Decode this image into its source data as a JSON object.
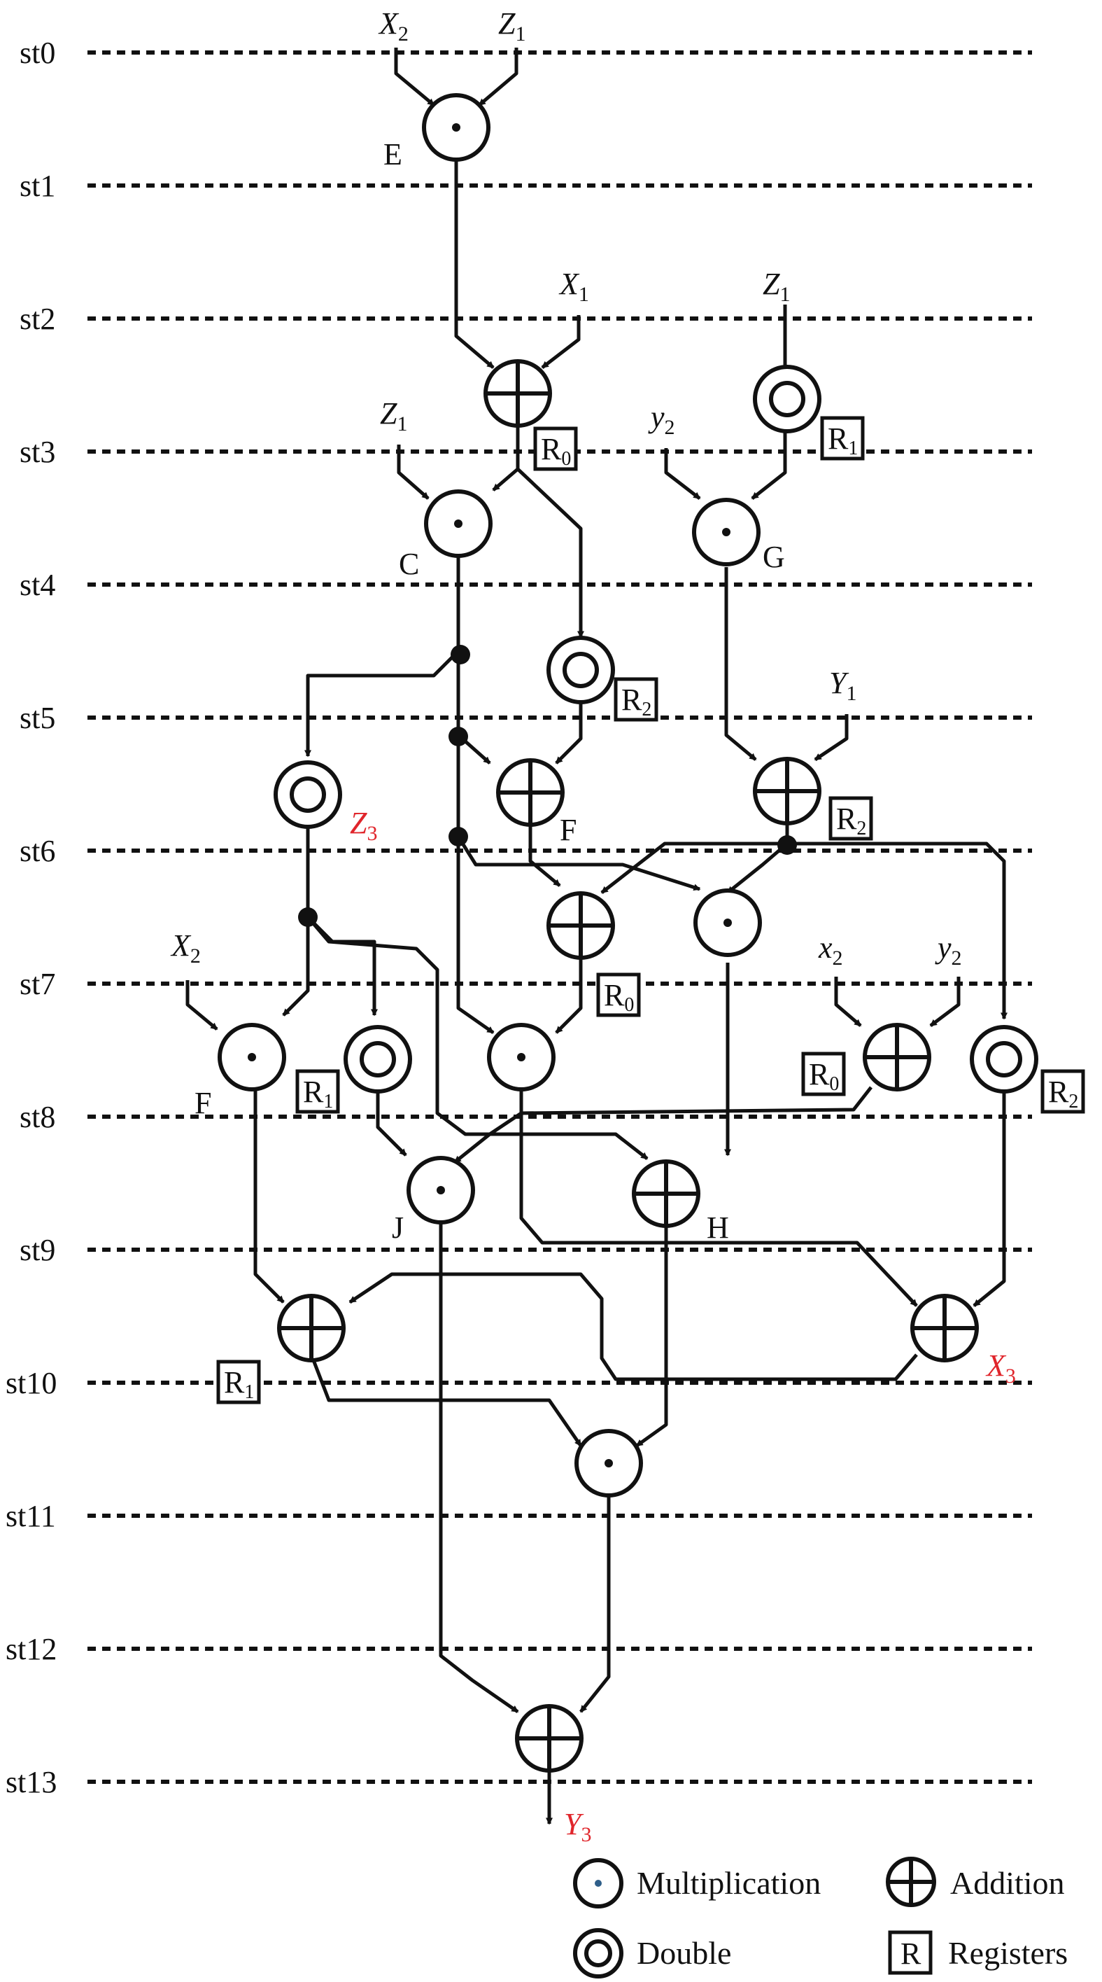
{
  "colors": {
    "ink": "#111111",
    "red": "#e0252b",
    "dot_legend": "#2f5f8a"
  },
  "steps": [
    "st0",
    "st1",
    "st2",
    "st3",
    "st4",
    "st5",
    "st6",
    "st7",
    "st8",
    "st9",
    "st10",
    "st11",
    "st12",
    "st13"
  ],
  "nodes": [
    {
      "id": "E",
      "type": "mul",
      "label": "E"
    },
    {
      "id": "add1",
      "type": "add",
      "register": "R",
      "reg_sub": "0"
    },
    {
      "id": "dbl1",
      "type": "dbl",
      "register": "R",
      "reg_sub": "1"
    },
    {
      "id": "C",
      "type": "mul",
      "label": "C"
    },
    {
      "id": "G",
      "type": "mul",
      "label": "G"
    },
    {
      "id": "dbl2",
      "type": "dbl",
      "register": "R",
      "reg_sub": "2"
    },
    {
      "id": "dblZ3",
      "type": "dbl",
      "label": "Z",
      "label_sub": "3",
      "label_color": "red"
    },
    {
      "id": "F1",
      "type": "add",
      "label": "F"
    },
    {
      "id": "add2",
      "type": "add",
      "register": "R",
      "reg_sub": "2"
    },
    {
      "id": "add3",
      "type": "add",
      "register": "R",
      "reg_sub": "0"
    },
    {
      "id": "mul2",
      "type": "mul"
    },
    {
      "id": "F2",
      "type": "mul",
      "label": "F"
    },
    {
      "id": "dbl3",
      "type": "dbl",
      "register": "R",
      "reg_sub": "1"
    },
    {
      "id": "mul3",
      "type": "mul"
    },
    {
      "id": "add4",
      "type": "add",
      "register": "R",
      "reg_sub": "0"
    },
    {
      "id": "dbl4",
      "type": "dbl",
      "register": "R",
      "reg_sub": "2"
    },
    {
      "id": "J",
      "type": "mul",
      "label": "J"
    },
    {
      "id": "H",
      "type": "add",
      "label": "H"
    },
    {
      "id": "add5",
      "type": "add",
      "register": "R",
      "reg_sub": "1"
    },
    {
      "id": "X3",
      "type": "add",
      "label": "X",
      "label_sub": "3",
      "label_color": "red"
    },
    {
      "id": "mul4",
      "type": "mul"
    },
    {
      "id": "add6",
      "type": "add"
    }
  ],
  "inputs": [
    {
      "var": "X",
      "sub": "2"
    },
    {
      "var": "Z",
      "sub": "1"
    },
    {
      "var": "X",
      "sub": "1"
    },
    {
      "var": "Z",
      "sub": "1"
    },
    {
      "var": "Z",
      "sub": "1"
    },
    {
      "var": "y",
      "sub": "2"
    },
    {
      "var": "Y",
      "sub": "1"
    },
    {
      "var": "X",
      "sub": "2"
    },
    {
      "var": "x",
      "sub": "2"
    },
    {
      "var": "y",
      "sub": "2"
    }
  ],
  "output": {
    "var": "Y",
    "sub": "3"
  },
  "legend": {
    "multiplication": "Multiplication",
    "addition": "Addition",
    "double": "Double",
    "register_symbol": "R",
    "registers": "Registers"
  }
}
